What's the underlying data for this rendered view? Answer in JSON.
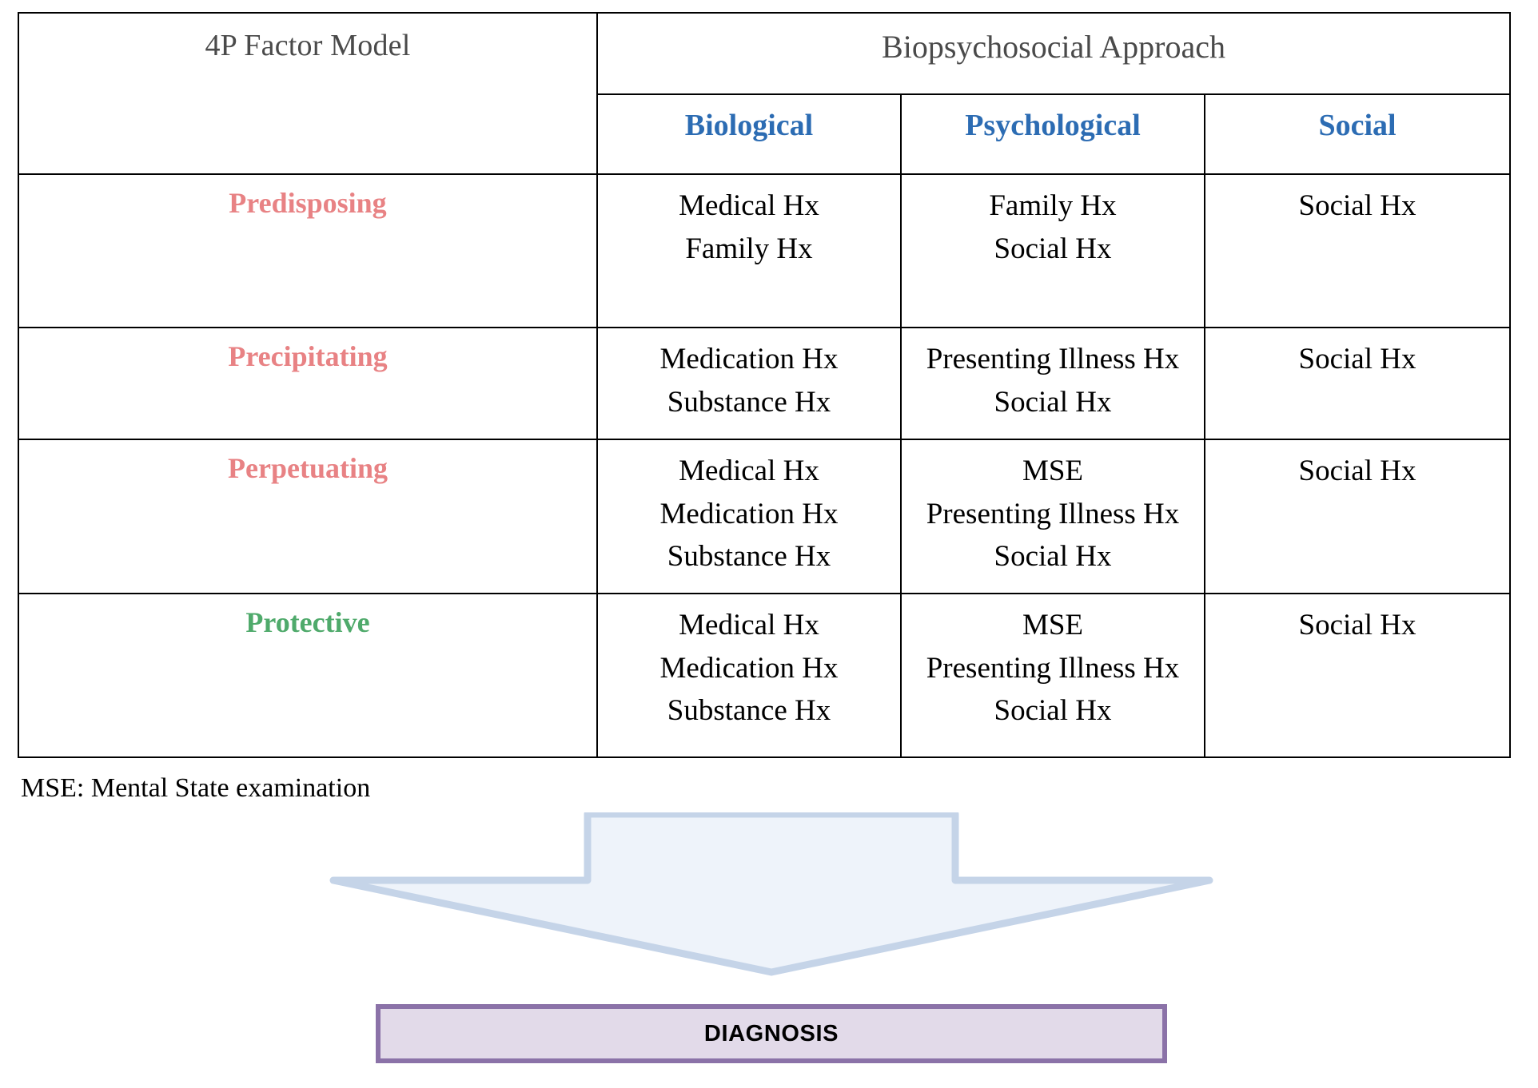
{
  "table": {
    "corner_header": "4P Factor Model",
    "group_header": "Biopsychosocial Approach",
    "column_headers": [
      "Biological",
      "Psychological",
      "Social"
    ],
    "rows": [
      {
        "label": "Predisposing",
        "label_color": "#e88284",
        "biological": [
          "Medical Hx",
          "Family Hx"
        ],
        "psychological": [
          "Family Hx",
          "Social Hx"
        ],
        "social": [
          "Social Hx"
        ]
      },
      {
        "label": "Precipitating",
        "label_color": "#e88284",
        "biological": [
          "Medication Hx",
          "Substance Hx"
        ],
        "psychological": [
          "Presenting Illness Hx",
          "Social Hx"
        ],
        "social": [
          "Social Hx"
        ]
      },
      {
        "label": "Perpetuating",
        "label_color": "#e88284",
        "biological": [
          "Medical Hx",
          "Medication Hx",
          "Substance Hx"
        ],
        "psychological": [
          "MSE",
          "Presenting Illness Hx",
          "Social Hx"
        ],
        "social": [
          "Social Hx"
        ]
      },
      {
        "label": "Protective",
        "label_color": "#4faa6b",
        "biological": [
          "Medical Hx",
          "Medication Hx",
          "Substance Hx"
        ],
        "psychological": [
          "MSE",
          "Presenting Illness Hx",
          "Social Hx"
        ],
        "social": [
          "Social Hx"
        ]
      }
    ]
  },
  "footnote": "MSE: Mental State examination",
  "arrow": {
    "name": "down-arrow",
    "fill": "#eef3fa",
    "stroke": "#c5d4e8"
  },
  "diagnosis_box": {
    "label": "DIAGNOSIS",
    "fill": "#e2dae9",
    "border": "#8b72a8"
  },
  "colors": {
    "header_text": "#4a4a4a",
    "column_header_text": "#2c6cb3",
    "factor_red": "#e88284",
    "factor_green": "#4faa6b",
    "table_border": "#000000"
  }
}
